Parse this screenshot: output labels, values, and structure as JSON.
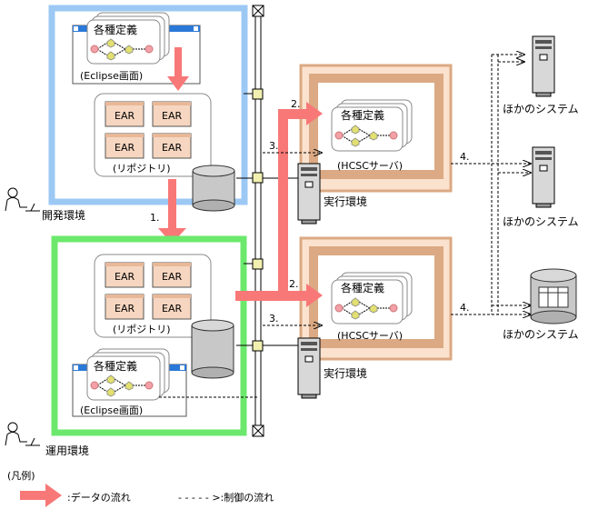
{
  "labels": {
    "dev_env": "開発環境",
    "ops_env": "運用環境",
    "eclipse_top": "(Eclipse画面)",
    "eclipse_bottom": "(Eclipse画面)",
    "repo_top": "(リポジトリ)",
    "repo_bottom": "(リポジトリ)",
    "def_dev": "各種定義",
    "def_ops": "各種定義",
    "def_hcsc1": "各種定義",
    "def_hcsc2": "各種定義",
    "hcsc1": "(HCSCサーバ)",
    "hcsc2": "(HCSCサーバ)",
    "exec1": "実行環境",
    "exec2": "実行環境",
    "other1": "ほかのシステム",
    "other2": "ほかのシステム",
    "other3": "ほかのシステム",
    "step1": "1.",
    "step2a": "2.",
    "step2b": "2.",
    "step3a": "3.",
    "step3b": "3.",
    "step4a": "4.",
    "step4b": "4.",
    "ear": "EAR"
  },
  "legend": {
    "title": "(凡例)",
    "data_flow": ":データの流れ",
    "control_flow": "- - - - - >:制御の流れ"
  },
  "colors": {
    "arrow": "#f87878",
    "dev_frame": "#9cc8f4",
    "ops_frame": "#6ce86c",
    "hcsc_outer": "#fbe2ce",
    "hcsc_inner": "#dba983",
    "ear_box": "#f6d6c0"
  }
}
